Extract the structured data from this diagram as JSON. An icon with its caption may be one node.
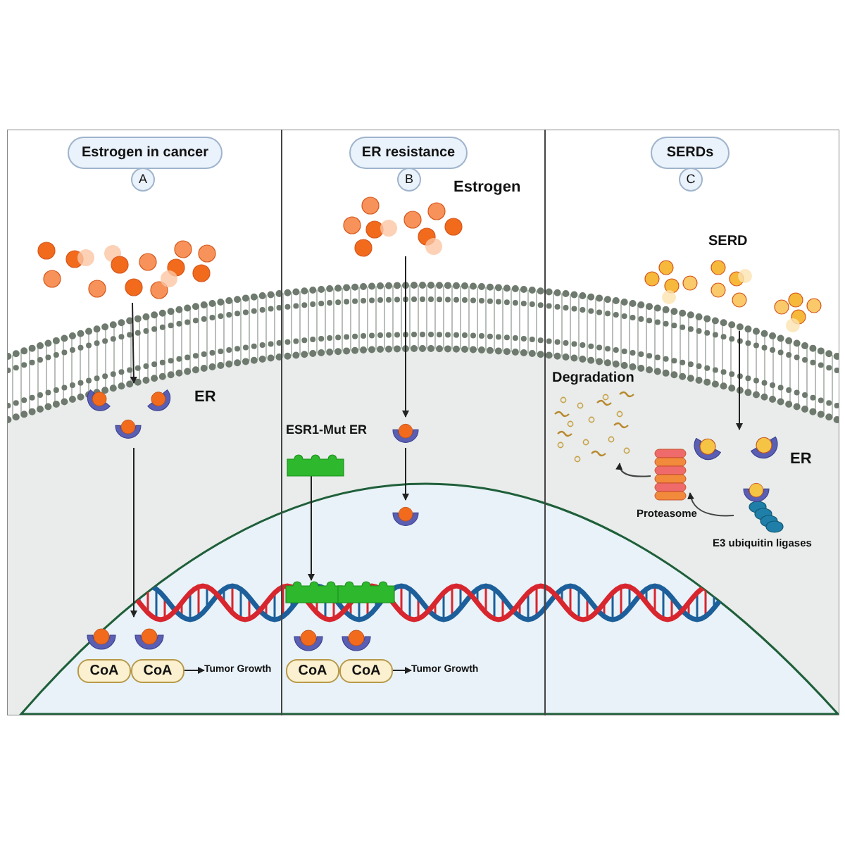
{
  "diagram": {
    "nodes": [
      {
        "text": [
          "Estrogen in cancer"
        ]
      },
      {
        "text": [
          "A"
        ]
      },
      {
        "text": [],
        "shape": "picture"
      },
      {
        "text": [],
        "shape": "picture",
        "beside": [
          "ER"
        ]
      },
      {
        "text": [],
        "shape": "picture"
      },
      {
        "text": [
          "CoA"
        ]
      },
      {
        "text": [
          "CoA"
        ]
      },
      {
        "text": [
          "Tumor Growth"
        ]
      },
      {
        "text": [
          "ER resistance"
        ]
      },
      {
        "text": [
          "B"
        ]
      },
      {
        "text": [],
        "shape": "picture",
        "beside": [
          "Estrogen"
        ]
      },
      {
        "text": [],
        "shape": "picture"
      },
      {
        "text": [],
        "shape": "picture"
      },
      {
        "text": [],
        "shape": "picture",
        "beside": [
          "ESR1-Mut ER"
        ]
      },
      {
        "text": [],
        "shape": "picture"
      },
      {
        "text": [
          "CoA"
        ]
      },
      {
        "text": [
          "CoA"
        ]
      },
      {
        "text": [
          "Tumor Growth"
        ]
      },
      {
        "text": [
          "SERDs"
        ]
      },
      {
        "text": [
          "C"
        ]
      },
      {
        "text": [],
        "shape": "picture",
        "beside": [
          "SERD"
        ]
      },
      {
        "text": [],
        "shape": "picture",
        "beside": [
          "ER"
        ]
      },
      {
        "text": [],
        "shape": "picture",
        "beside": [
          "E3 ubiquitin ligases"
        ]
      },
      {
        "text": [],
        "shape": "picture",
        "beside": [
          "Proteasome"
        ]
      },
      {
        "text": [],
        "shape": "picture",
        "beside": [
          "Degradation"
        ]
      }
    ],
    "edges": [
      {
        "from": 2,
        "to": 3,
        "arrow": "to"
      },
      {
        "from": 3,
        "to": 4,
        "arrow": "to"
      },
      {
        "from": 6,
        "to": 7,
        "arrow": "to"
      },
      {
        "from": 10,
        "to": 11,
        "arrow": "to"
      },
      {
        "from": 11,
        "to": 12,
        "arrow": "to"
      },
      {
        "from": 13,
        "to": 14,
        "arrow": "to"
      },
      {
        "from": 16,
        "to": 17,
        "arrow": "to"
      },
      {
        "from": 20,
        "to": 21,
        "arrow": "to"
      },
      {
        "from": 22,
        "to": 23,
        "arrow": "to"
      },
      {
        "from": 23,
        "to": 24,
        "arrow": "to"
      }
    ]
  }
}
